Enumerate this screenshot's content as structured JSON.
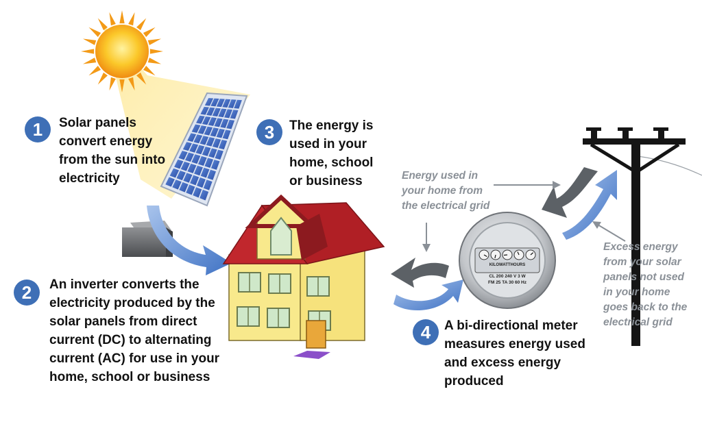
{
  "steps": [
    {
      "number": "1",
      "text": "Solar panels convert energy from the sun into electricity"
    },
    {
      "number": "2",
      "text": "An inverter converts the electricity produced by the solar panels from direct current (DC) to alternating current (AC) for use in your home, school or business"
    },
    {
      "number": "3",
      "text": "The energy is used in your home, school or business"
    },
    {
      "number": "4",
      "text": "A bi-directional meter measures energy used and excess energy produced"
    }
  ],
  "notes": {
    "grid_in": "Energy used in your home from the electrical grid",
    "grid_out": "Excess energy from your solar panels not used in your home goes back to the electrical grid"
  },
  "meter": {
    "title": "KILOWATTHOURS",
    "spec_line1": "CL 200   240 V   3 W",
    "spec_line2": "FM 25   TA 30   60 Hz"
  },
  "colors": {
    "badge": "#3e6fb6",
    "flow_blue": "#4a7cc7",
    "flow_gray": "#5c6166",
    "roof": "#c1272d",
    "wall": "#f8e98c",
    "sun": "#f6b21b",
    "note_text": "#8a9097"
  }
}
